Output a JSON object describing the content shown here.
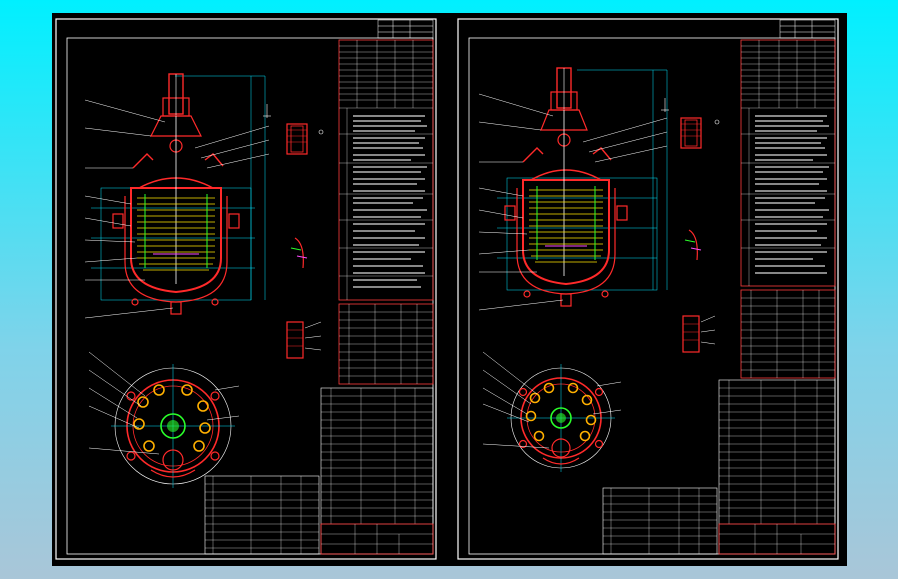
{
  "drawing": {
    "sheets": [
      {
        "id": "left",
        "name": "drawing-sheet-left"
      },
      {
        "id": "right",
        "name": "drawing-sheet-right"
      }
    ]
  },
  "colors": {
    "background_gradient_top": "#00f0ff",
    "background_gradient_bottom": "#a9c6d8",
    "canvas": "#000000",
    "frame_white": "#ffffff",
    "vessel_red": "#ff2a2a",
    "title_red": "#ff3b3b",
    "guide_cyan": "#00e5ff",
    "hatch_yellow": "#ffe600",
    "accent_green": "#2aff2a",
    "accent_magenta": "#ff4bff"
  }
}
